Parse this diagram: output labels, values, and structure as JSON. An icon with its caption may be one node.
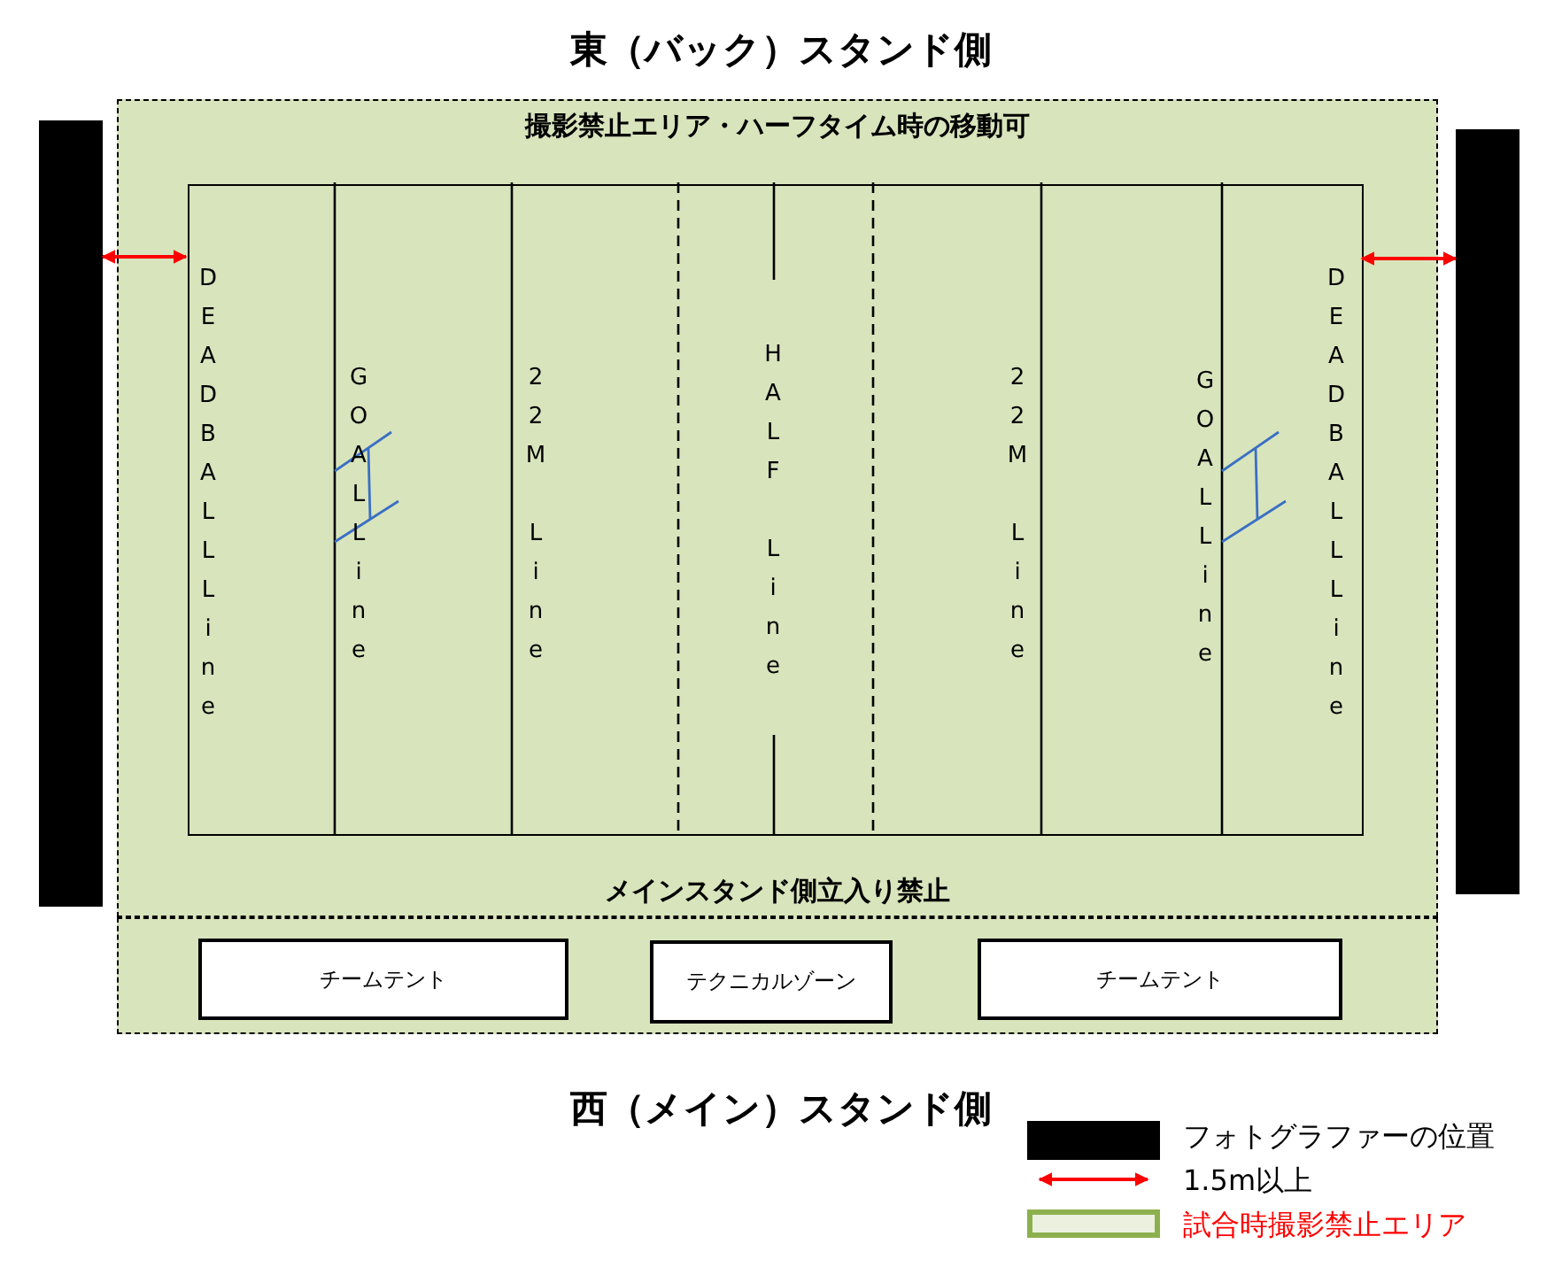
{
  "diagram": {
    "title": "東（バック）スタンド側",
    "nodes": [
      {
        "text": [
          "撮影禁止エリア・ハーフタイム時の移動可",
          "メインスタンド側立入り禁止"
        ]
      },
      {
        "text": [],
        "shape": "bar"
      },
      {
        "text": [],
        "shape": "box",
        "in": 0
      },
      {
        "text": [],
        "shape": "bar"
      },
      {
        "text": [],
        "shape": "box"
      },
      {
        "text": [
          "チームテント"
        ],
        "in": 4
      },
      {
        "text": [
          "テクニカルゾーン"
        ],
        "in": 4
      },
      {
        "text": [
          "チームテント"
        ],
        "in": 4
      }
    ],
    "edges": [
      {
        "from": 1,
        "to": 2,
        "arrow": "both"
      },
      {
        "from": 2,
        "to": 3,
        "arrow": "both"
      }
    ],
    "labels": [
      "DEADBALLLine",
      "GOALLine",
      "22M Line",
      "HALF Line",
      "22M Line",
      "GOALLine",
      "DEADBALLLine",
      "西（メイン）スタンド側"
    ],
    "legend": [
      {
        "text": "フォトグラファーの位置",
        "color": "#000000"
      },
      {
        "text": "1.5m以上"
      },
      {
        "text": "試合時撮影禁止エリア",
        "color": "#ebf1de"
      }
    ]
  }
}
